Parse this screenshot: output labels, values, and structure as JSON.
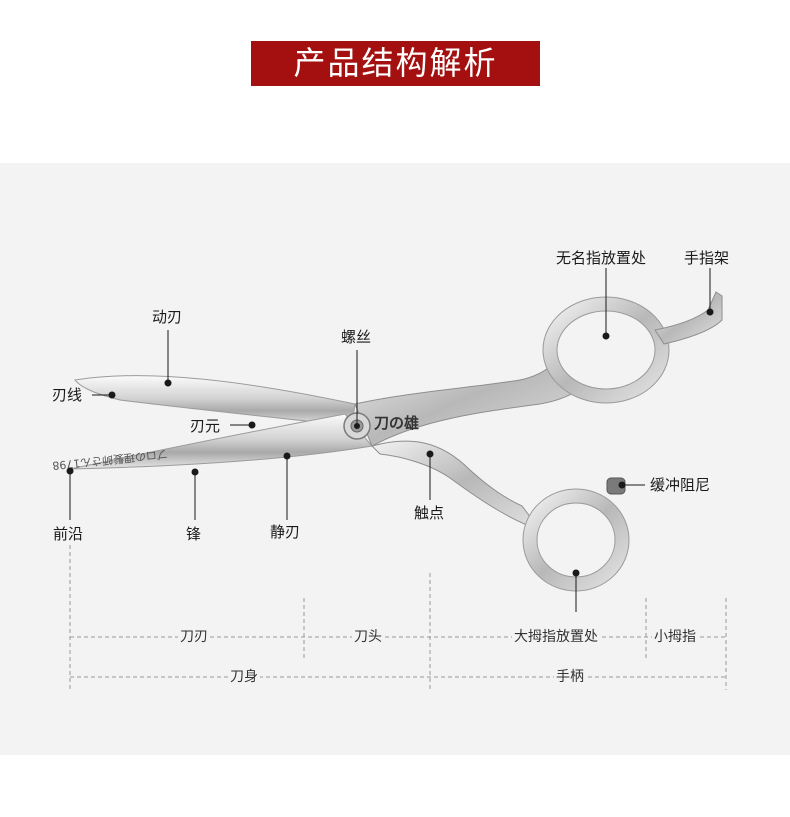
{
  "title": "产品结构解析",
  "colors": {
    "title_bg": "#a40f0f",
    "stage_bg": "#f3f3f3",
    "dot": "#1a1a1a",
    "dash": "#9a9a9a"
  },
  "blade_engraving": "プロの理髪師さん1798",
  "logo_text": "刀の雄",
  "labels": {
    "moving_blade": "动刃",
    "blade_line": "刃线",
    "blade_origin": "刃元",
    "screw": "螺丝",
    "ring_finger": "无名指放置处",
    "finger_rest": "手指架",
    "tip": "前沿",
    "point": "锋",
    "still_blade": "静刃",
    "contact": "触点",
    "damper": "缓冲阻尼"
  },
  "dimensions": {
    "row1": {
      "edge": "刀刃",
      "head": "刀头",
      "thumb": "大拇指放置处",
      "little_finger": "小拇指"
    },
    "row2": {
      "body": "刀身",
      "handle": "手柄"
    }
  }
}
